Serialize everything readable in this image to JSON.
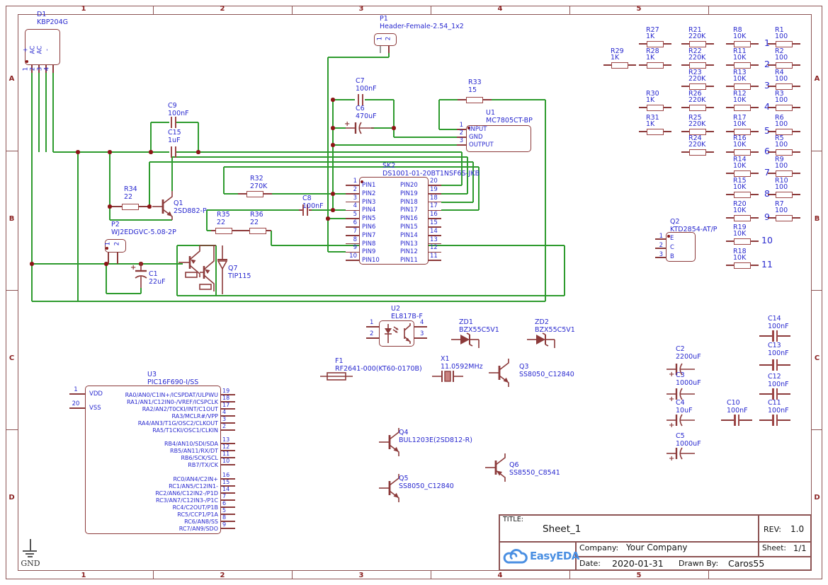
{
  "colors": {
    "wire": "#2e9b2e",
    "symbol": "#8c3a3a",
    "plate": "#9c4545",
    "text_blue": "#2929cf",
    "junction": "#8b1616",
    "frame": "#8c5353",
    "frame_text": "#8b2222",
    "logo_blue": "#4a8fe2"
  },
  "frame": {
    "cols": [
      "1",
      "2",
      "3",
      "4",
      "5"
    ],
    "rows": [
      "A",
      "B",
      "C",
      "D"
    ]
  },
  "title_block": {
    "title_label": "TITLE:",
    "title": "Sheet_1",
    "rev_label": "REV:",
    "rev": "1.0",
    "company_label": "Company:",
    "company": "Your Company",
    "sheet_label": "Sheet:",
    "sheet": "1/1",
    "date_label": "Date:",
    "date": "2020-01-31",
    "drawn_label": "Drawn By:",
    "drawn_by": "Caros55",
    "logo_text": "EasyEDA"
  },
  "gnd_label": "GND",
  "components": {
    "D1": {
      "ref": "D1",
      "val": "KBP204G",
      "pin_names": [
        "+",
        "AC",
        "AC",
        "-"
      ],
      "pin_nums": [
        "1",
        "2",
        "3",
        "4"
      ]
    },
    "P1": {
      "ref": "P1",
      "val": "Header-Female-2.54_1x2",
      "pin_nums": [
        "1",
        "2"
      ]
    },
    "C9": {
      "ref": "C9",
      "val": "100nF"
    },
    "C15": {
      "ref": "C15",
      "val": "1uF"
    },
    "C7": {
      "ref": "C7",
      "val": "100nF"
    },
    "C6": {
      "ref": "C6",
      "val": "470uF"
    },
    "R33": {
      "ref": "R33",
      "val": "15"
    },
    "U1": {
      "ref": "U1",
      "val": "MC7805CT-BP",
      "pins": [
        {
          "num": "1",
          "name": "INPUT"
        },
        {
          "num": "2",
          "name": "GND"
        },
        {
          "num": "3",
          "name": "OUTPUT"
        }
      ]
    },
    "SK2": {
      "ref": "SK2",
      "val": "DS1001-01-20BT1NSF6S-JKB",
      "left_pins": [
        {
          "num": "1",
          "name": "PIN1"
        },
        {
          "num": "2",
          "name": "PIN2"
        },
        {
          "num": "3",
          "name": "PIN3"
        },
        {
          "num": "4",
          "name": "PIN4"
        },
        {
          "num": "5",
          "name": "PIN5"
        },
        {
          "num": "6",
          "name": "PIN6"
        },
        {
          "num": "7",
          "name": "PIN7"
        },
        {
          "num": "8",
          "name": "PIN8"
        },
        {
          "num": "9",
          "name": "PIN9"
        },
        {
          "num": "10",
          "name": "PIN10"
        }
      ],
      "right_pins": [
        {
          "num": "20",
          "name": "PIN20"
        },
        {
          "num": "19",
          "name": "PIN19"
        },
        {
          "num": "18",
          "name": "PIN18"
        },
        {
          "num": "17",
          "name": "PIN17"
        },
        {
          "num": "16",
          "name": "PIN16"
        },
        {
          "num": "15",
          "name": "PIN15"
        },
        {
          "num": "14",
          "name": "PIN14"
        },
        {
          "num": "13",
          "name": "PIN13"
        },
        {
          "num": "12",
          "name": "PIN12"
        },
        {
          "num": "11",
          "name": "PIN11"
        }
      ]
    },
    "R34": {
      "ref": "R34",
      "val": "22"
    },
    "Q1": {
      "ref": "Q1",
      "val": "2SD882-P"
    },
    "R32": {
      "ref": "R32",
      "val": "270K"
    },
    "R35": {
      "ref": "R35",
      "val": "22"
    },
    "R36": {
      "ref": "R36",
      "val": "22"
    },
    "C8": {
      "ref": "C8",
      "val": "100nF"
    },
    "P2": {
      "ref": "P2",
      "val": "WJ2EDGVC-5.08-2P",
      "pin_nums": [
        "1",
        "2"
      ]
    },
    "C1": {
      "ref": "C1",
      "val": "22uF"
    },
    "Q7": {
      "ref": "Q7",
      "val": "TIP115"
    },
    "U2": {
      "ref": "U2",
      "val": "EL817B-F",
      "pin_nums": [
        "1",
        "2",
        "4",
        "3"
      ]
    },
    "ZD1": {
      "ref": "ZD1",
      "val": "BZX55C5V1"
    },
    "ZD2": {
      "ref": "ZD2",
      "val": "BZX55C5V1"
    },
    "F1": {
      "ref": "F1",
      "val": "RF2641-000(KT60-0170B)"
    },
    "X1": {
      "ref": "X1",
      "val": "11.0592MHz"
    },
    "Q3": {
      "ref": "Q3",
      "val": "SS8050_C12840"
    },
    "Q4": {
      "ref": "Q4",
      "val": "BUL1203E(2SD812-R)"
    },
    "Q5": {
      "ref": "Q5",
      "val": "SS8050_C12840"
    },
    "Q6": {
      "ref": "Q6",
      "val": "SS8550_C8541"
    },
    "Q2": {
      "ref": "Q2",
      "val": "KTD2854-AT/P",
      "pin_nums": [
        "1",
        "2",
        "3"
      ],
      "pin_names": [
        "E",
        "C",
        "B"
      ]
    },
    "U3": {
      "ref": "U3",
      "val": "PIC16F690-I/SS",
      "left_pins": [
        {
          "num": "1",
          "name": "VDD"
        },
        {
          "num": "20",
          "name": "VSS"
        }
      ],
      "right_groups": [
        {
          "pins": [
            {
              "num": "19",
              "name": "RA0/AN0/C1IN+/ICSPDAT/ULPWU"
            },
            {
              "num": "18",
              "name": "RA1/AN1/C12IN0-/VREF/ICSPCLK"
            },
            {
              "num": "17",
              "name": "RA2/AN2/T0CKI/INT/C1OUT"
            },
            {
              "num": "4",
              "name": "RA3/MCLR#/VPP"
            },
            {
              "num": "3",
              "name": "RA4/AN3/T1G/OSC2/CLKOUT"
            },
            {
              "num": "2",
              "name": "RA5/T1CKI/OSC1/CLKIN"
            }
          ]
        },
        {
          "pins": [
            {
              "num": "13",
              "name": "RB4/AN10/SDI/SDA"
            },
            {
              "num": "12",
              "name": "RB5/AN11/RX/DT"
            },
            {
              "num": "11",
              "name": "RB6/SCK/SCL"
            },
            {
              "num": "10",
              "name": "RB7/TX/CK"
            }
          ]
        },
        {
          "pins": [
            {
              "num": "16",
              "name": "RC0/AN4/C2IN+"
            },
            {
              "num": "15",
              "name": "RC1/AN5/C12IN1-"
            },
            {
              "num": "14",
              "name": "RC2/AN6/C12IN2-/P1D"
            },
            {
              "num": "7",
              "name": "RC3/AN7/C12IN3-/P1C"
            },
            {
              "num": "6",
              "name": "RC4/C2OUT/P1B"
            },
            {
              "num": "5",
              "name": "RC5/CCP1/P1A"
            },
            {
              "num": "8",
              "name": "RC6/AN8/SS"
            },
            {
              "num": "9",
              "name": "RC7/AN9/SDO"
            }
          ]
        }
      ]
    },
    "C2": {
      "ref": "C2",
      "val": "2200uF"
    },
    "C3": {
      "ref": "C3",
      "val": "1000uF"
    },
    "C4": {
      "ref": "C4",
      "val": "10uF"
    },
    "C5": {
      "ref": "C5",
      "val": "1000uF"
    },
    "C10": {
      "ref": "C10",
      "val": "100nF"
    },
    "C11": {
      "ref": "C11",
      "val": "100nF"
    },
    "C12": {
      "ref": "C12",
      "val": "100nF"
    },
    "C13": {
      "ref": "C13",
      "val": "100nF"
    },
    "C14": {
      "ref": "C14",
      "val": "100nF"
    }
  },
  "resistor_grid": {
    "row_labels": [
      "1",
      "2",
      "3",
      "4",
      "5",
      "6",
      "7",
      "8",
      "9",
      "10",
      "11"
    ],
    "rows": [
      {
        "row": "1",
        "items": [
          {
            "ref": "R27",
            "val": "1K",
            "col": 1
          },
          {
            "ref": "R21",
            "val": "220K",
            "col": 2
          },
          {
            "ref": "R8",
            "val": "10K",
            "col": 3
          },
          {
            "ref": "R1",
            "val": "100",
            "col": 4
          }
        ]
      },
      {
        "row": "2",
        "items": [
          {
            "ref": "R29",
            "val": "1K",
            "col": 0
          },
          {
            "ref": "R28",
            "val": "1K",
            "col": 1
          },
          {
            "ref": "R22",
            "val": "220K",
            "col": 2
          },
          {
            "ref": "R11",
            "val": "10K",
            "col": 3
          },
          {
            "ref": "R2",
            "val": "100",
            "col": 4
          }
        ]
      },
      {
        "row": "3",
        "items": [
          {
            "ref": "R23",
            "val": "220K",
            "col": 2
          },
          {
            "ref": "R13",
            "val": "10K",
            "col": 3
          },
          {
            "ref": "R4",
            "val": "100",
            "col": 4
          }
        ]
      },
      {
        "row": "4",
        "items": [
          {
            "ref": "R30",
            "val": "1K",
            "col": 1
          },
          {
            "ref": "R26",
            "val": "220K",
            "col": 2
          },
          {
            "ref": "R12",
            "val": "10K",
            "col": 3
          },
          {
            "ref": "R3",
            "val": "100",
            "col": 4
          }
        ]
      },
      {
        "row": "5",
        "items": [
          {
            "ref": "R31",
            "val": "1K",
            "col": 1
          },
          {
            "ref": "R25",
            "val": "220K",
            "col": 2
          },
          {
            "ref": "R17",
            "val": "10K",
            "col": 3
          },
          {
            "ref": "R6",
            "val": "100",
            "col": 4
          }
        ]
      },
      {
        "row": "6",
        "items": [
          {
            "ref": "R24",
            "val": "220K",
            "col": 2
          },
          {
            "ref": "R16",
            "val": "10K",
            "col": 3
          },
          {
            "ref": "R5",
            "val": "100",
            "col": 4
          }
        ]
      },
      {
        "row": "7",
        "items": [
          {
            "ref": "R14",
            "val": "10K",
            "col": 3
          },
          {
            "ref": "R9",
            "val": "100",
            "col": 4
          }
        ]
      },
      {
        "row": "8",
        "items": [
          {
            "ref": "R15",
            "val": "10K",
            "col": 3
          },
          {
            "ref": "R10",
            "val": "100",
            "col": 4
          }
        ]
      },
      {
        "row": "9",
        "items": [
          {
            "ref": "R20",
            "val": "10K",
            "col": 3
          },
          {
            "ref": "R7",
            "val": "100",
            "col": 4
          }
        ]
      },
      {
        "row": "10",
        "items": [
          {
            "ref": "R19",
            "val": "10K",
            "col": 3
          }
        ]
      },
      {
        "row": "11",
        "items": [
          {
            "ref": "R18",
            "val": "10K",
            "col": 3
          }
        ]
      }
    ]
  }
}
